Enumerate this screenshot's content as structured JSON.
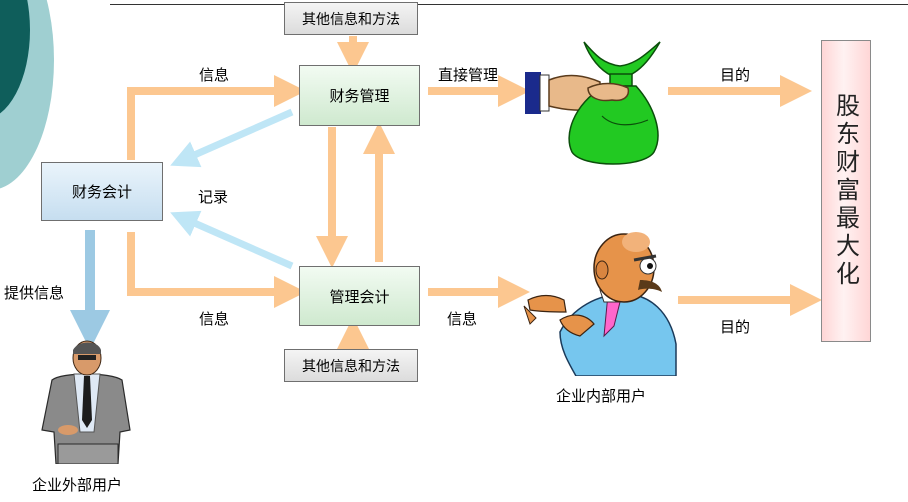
{
  "nodes": {
    "financial_management": "财务管理",
    "financial_accounting": "财务会计",
    "management_accounting": "管理会计",
    "other_info_top": "其他信息和方法",
    "other_info_bottom": "其他信息和方法",
    "shareholder_wealth": "股东财富最大化"
  },
  "labels": {
    "info_top": "信息",
    "direct_management": "直接管理",
    "goal_top": "目的",
    "record": "记录",
    "provide_info": "提供信息",
    "info_bottom_left": "信息",
    "info_bottom_right": "信息",
    "goal_bottom": "目的",
    "internal_users": "企业内部用户",
    "external_users": "企业外部用户"
  },
  "colors": {
    "arrow_orange": "#fcc790",
    "arrow_blue": "#bfe6f6",
    "arrow_steel": "#9cc9e3",
    "money_bag": "#22c922"
  }
}
